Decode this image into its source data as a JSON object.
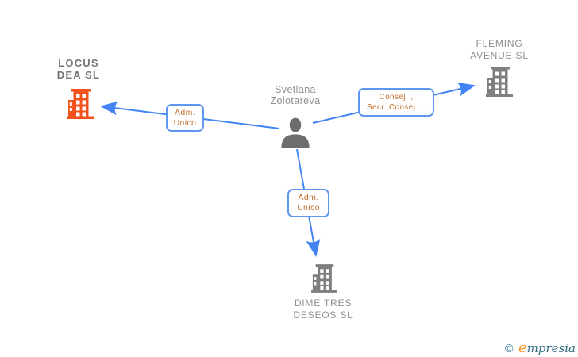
{
  "person": {
    "name_lines": [
      "Svetlana",
      "Zolotareva"
    ]
  },
  "companies": {
    "locus": {
      "name_lines": [
        "LOCUS",
        "DEA SL"
      ],
      "highlighted": true
    },
    "fleming": {
      "name_lines": [
        "FLEMING",
        "AVENUE SL"
      ],
      "highlighted": false
    },
    "dime": {
      "name_lines": [
        "DIME TRES",
        "DESEOS SL"
      ],
      "highlighted": false
    }
  },
  "relationships": {
    "locus": {
      "label_lines": [
        "Adm.",
        "Unico"
      ]
    },
    "fleming": {
      "label_lines": [
        "Consej. ,",
        "Secr.,Consej...."
      ]
    },
    "dime": {
      "label_lines": [
        "Adm.",
        "Unico"
      ]
    }
  },
  "logo": {
    "copyright": "©",
    "brand_head": "e",
    "brand_tail": "mpresia"
  },
  "colors": {
    "edge_blue": "#4284f5",
    "box_border_blue": "#5e97ef",
    "label_text_orange": "#c1722f",
    "company_text_gray": "#8f8f8f",
    "highlight_building_orange": "#f4521c",
    "building_gray": "#7f7f7f",
    "person_gray": "#6d6d6d"
  }
}
